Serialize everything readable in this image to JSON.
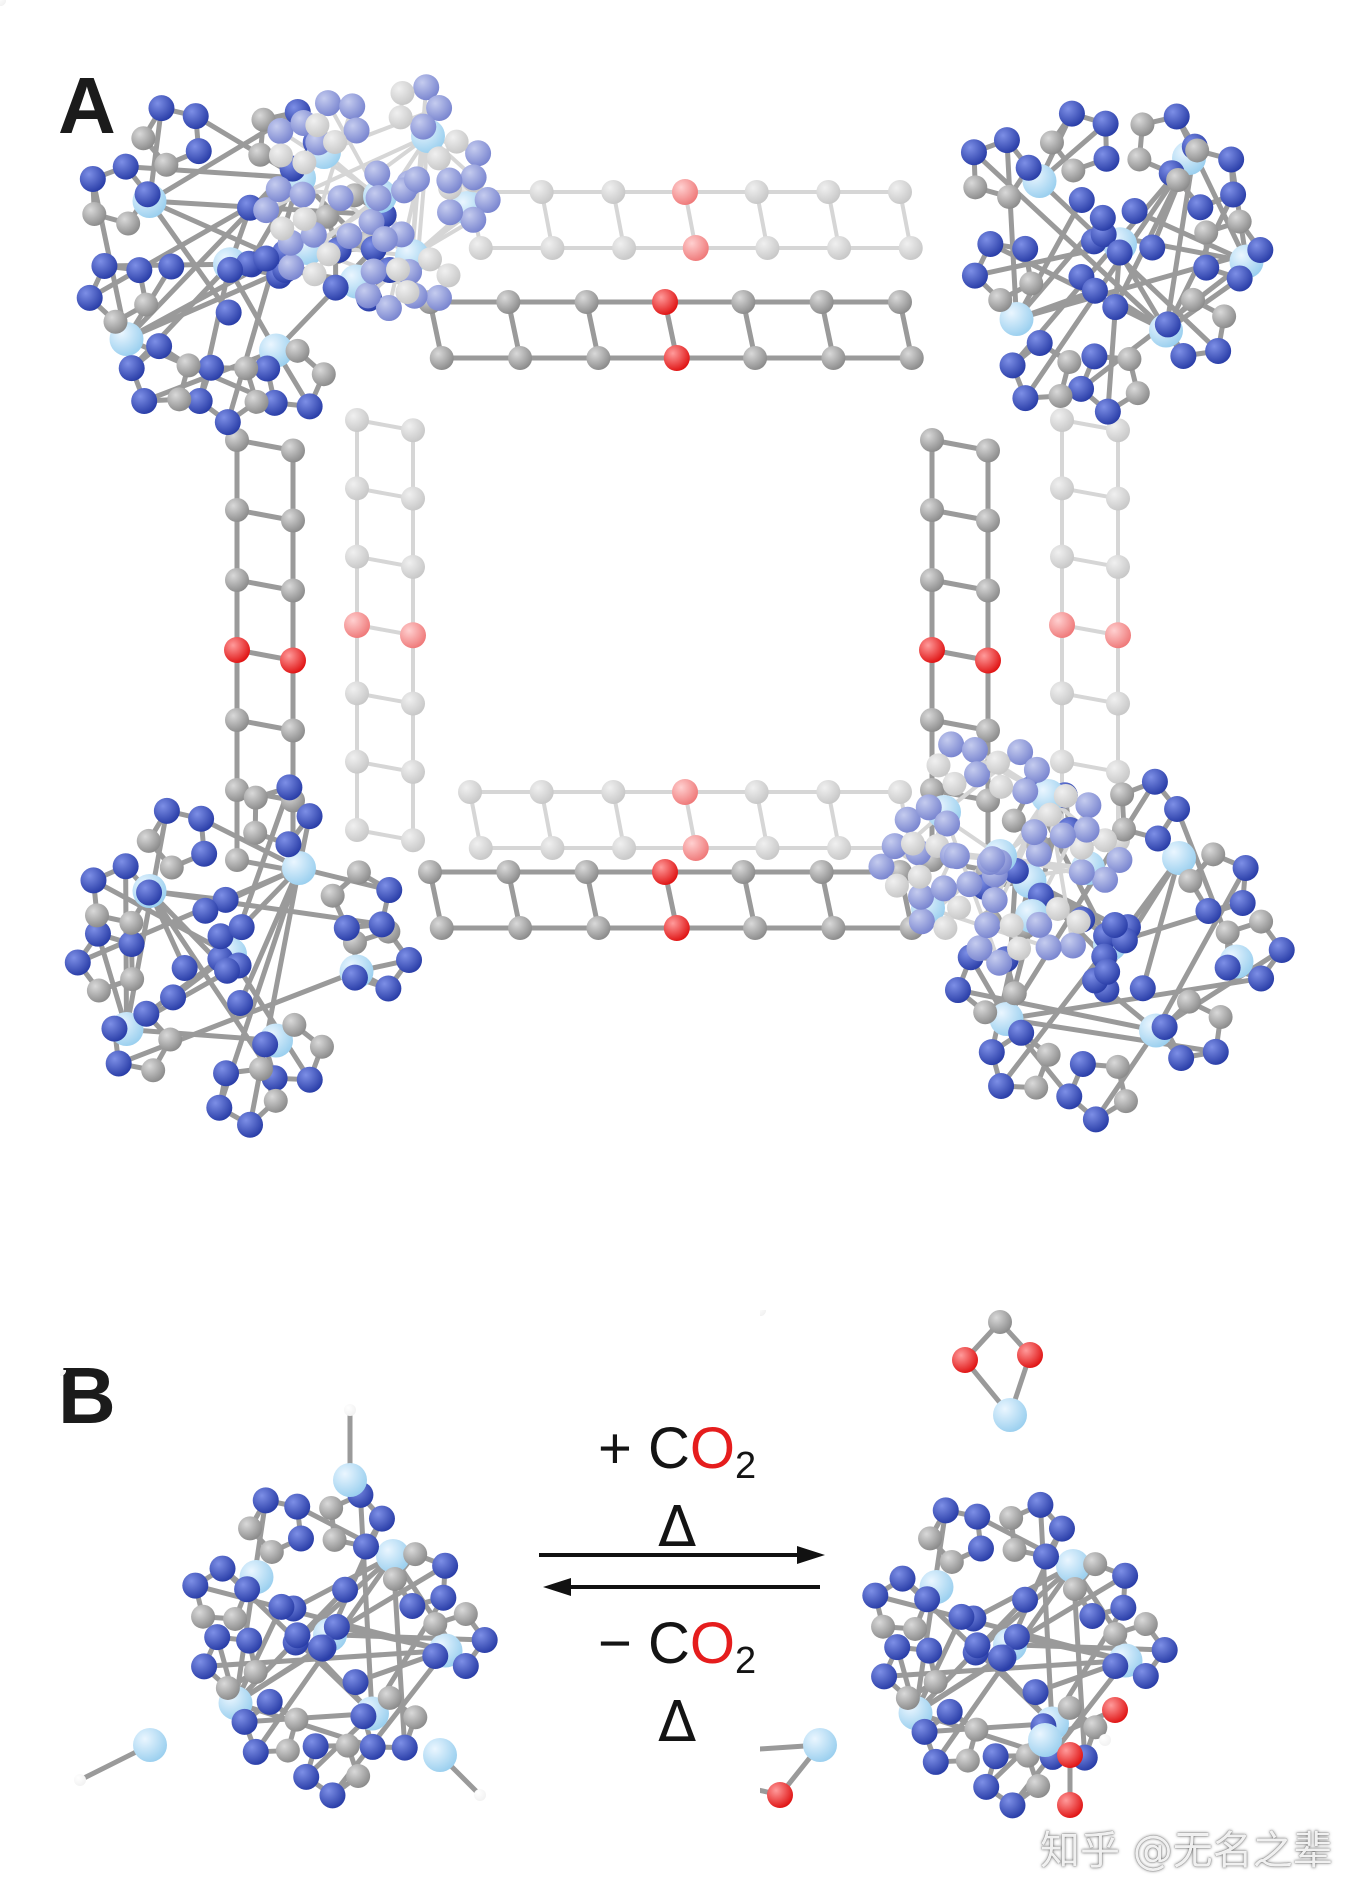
{
  "panel_a": {
    "label": "A"
  },
  "panel_b": {
    "label": "B"
  },
  "reaction": {
    "forward_sign": "+",
    "reverse_sign": "−",
    "species_c": "C",
    "species_o": "O",
    "species_sub": "2",
    "heat_symbol": "Δ"
  },
  "watermark": "知乎 @无名之辈",
  "colors": {
    "carbon": "#8c8c8c",
    "carbon_faded": "#c8c8c8",
    "nitrogen": "#2a3ea8",
    "nitrogen_faded": "#7a86d0",
    "oxygen": "#e01515",
    "oxygen_faded": "#ef7a7a",
    "zinc": "#9cd0ef",
    "hydrogen": "#f2f2f2",
    "bond": "#9a9a9a",
    "red_text": "#e51d1d"
  }
}
